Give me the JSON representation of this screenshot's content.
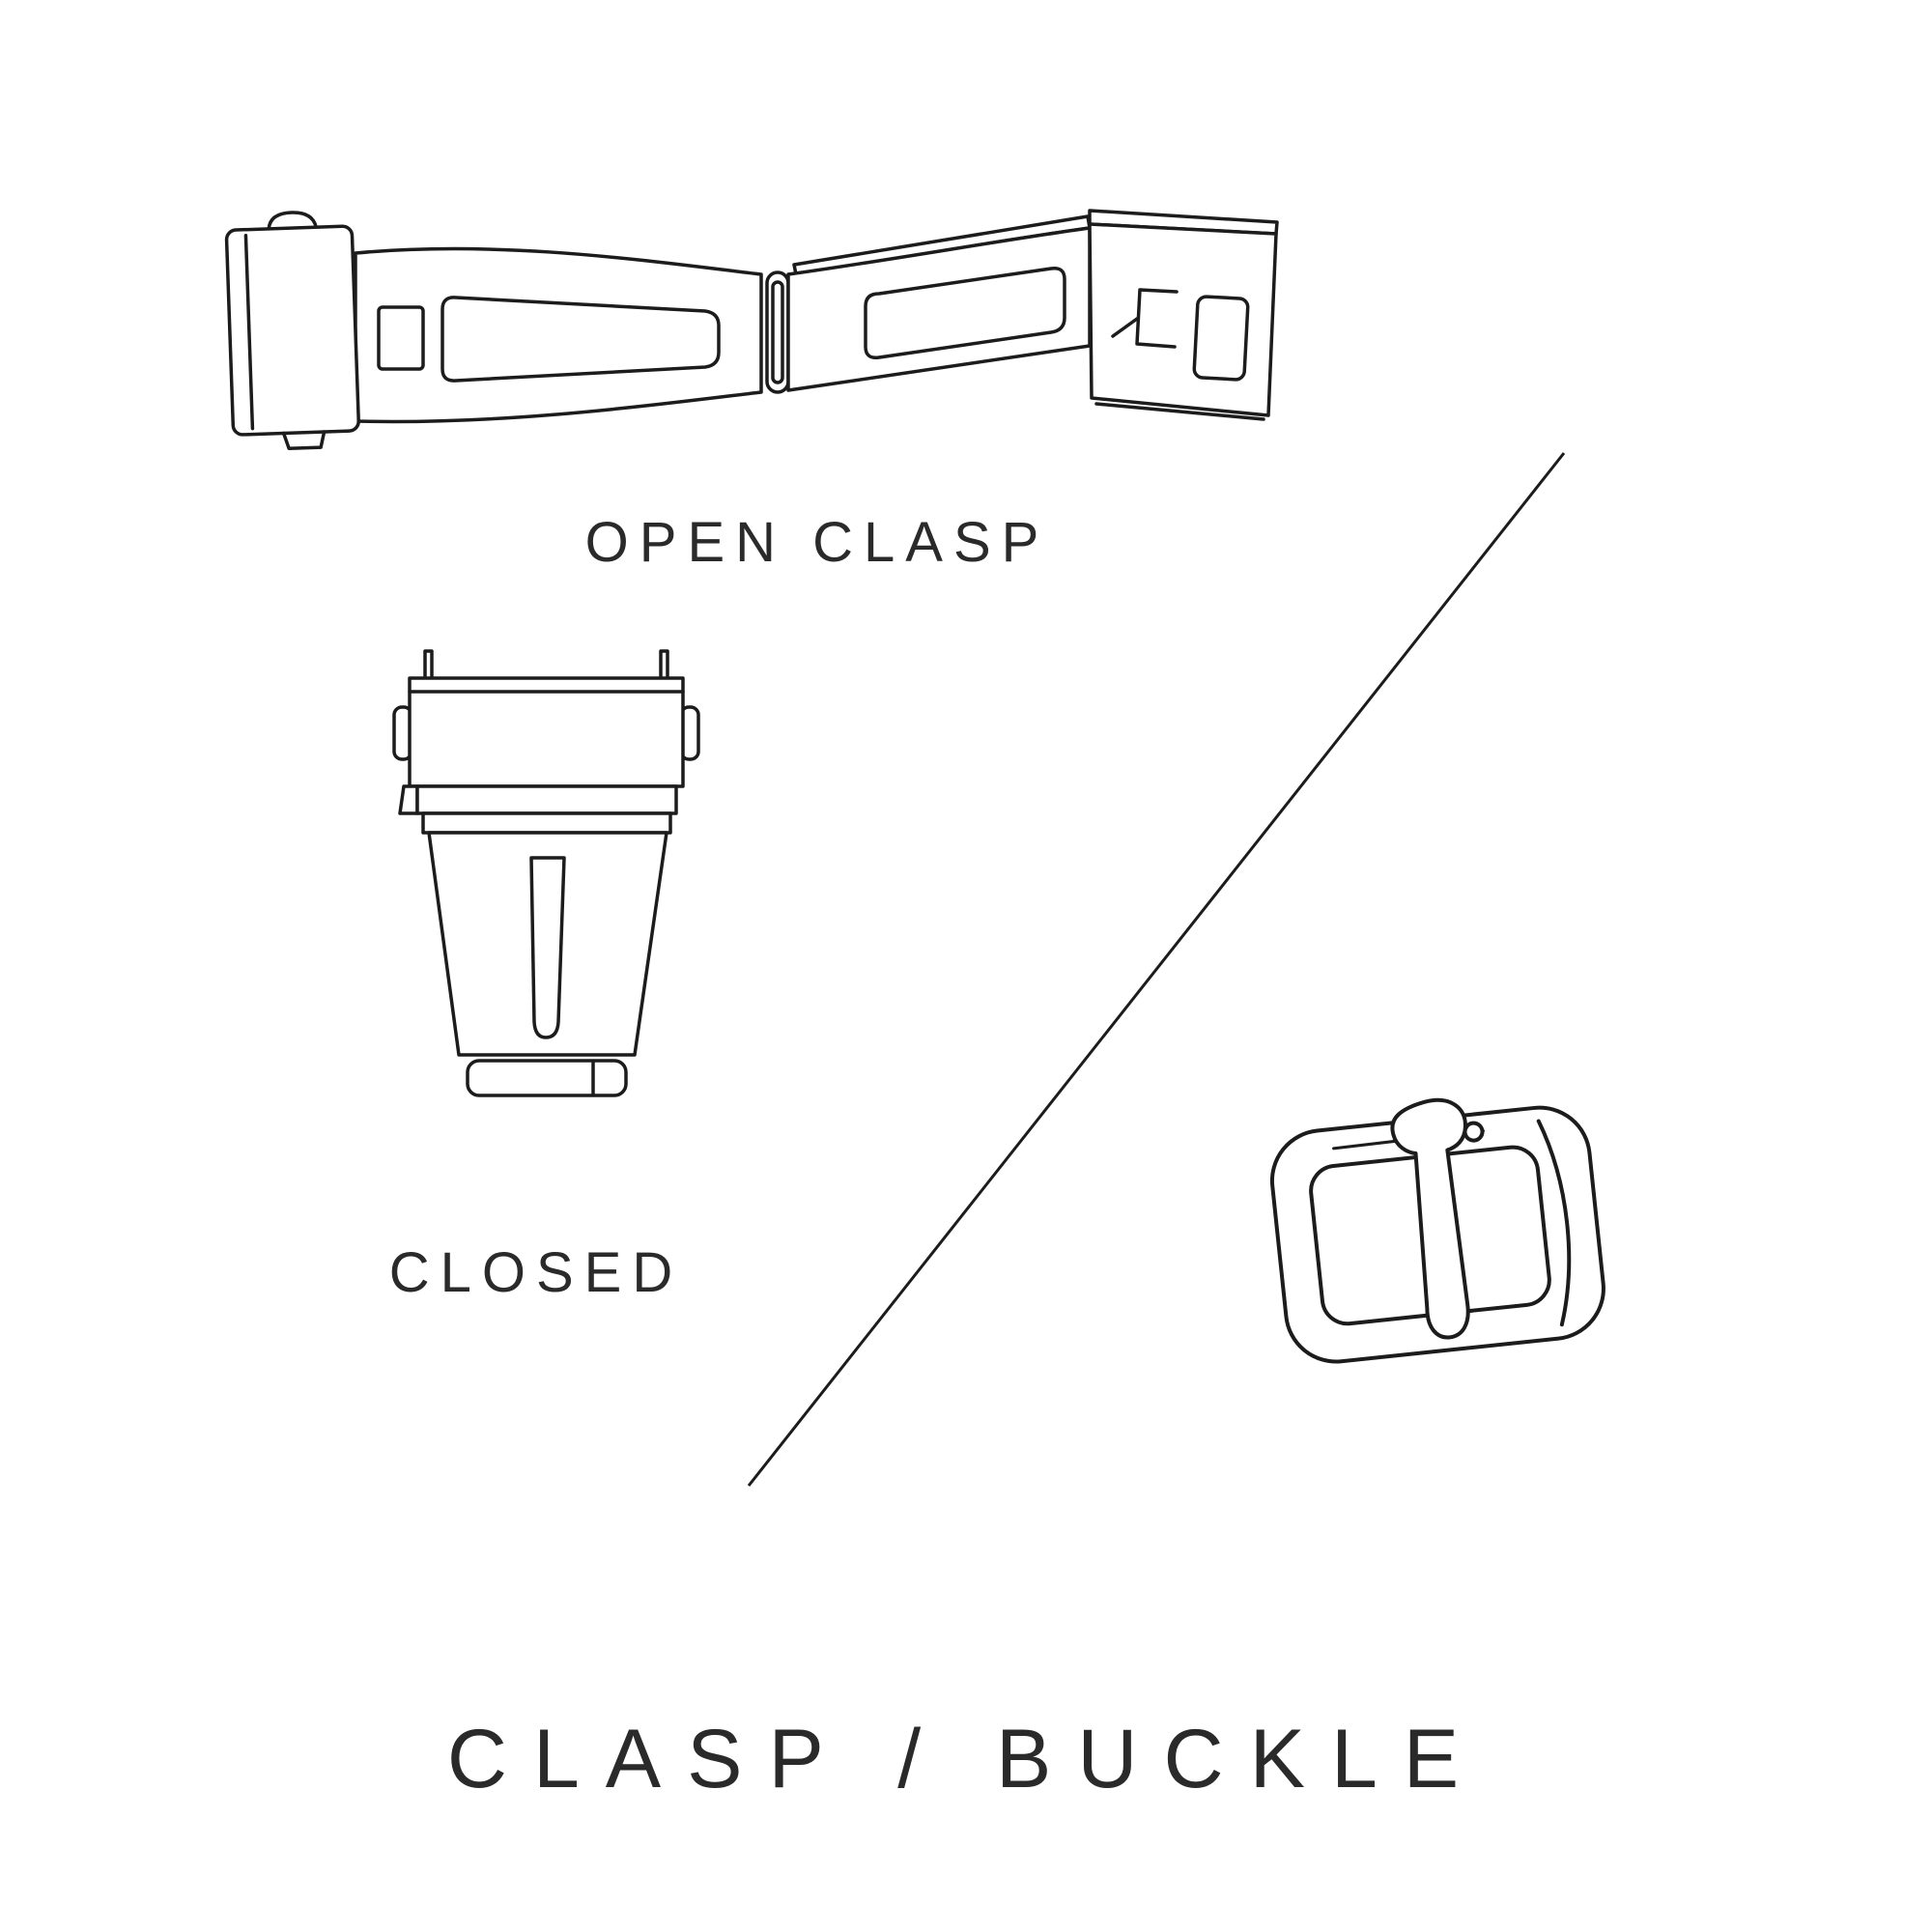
{
  "title": "CLASP / BUCKLE",
  "labels": {
    "open_clasp": "OPEN CLASP",
    "closed": "CLOSED"
  },
  "colors": {
    "background": "#ffffff",
    "line": "#1c1c1c",
    "text": "#2a2a2a"
  },
  "illustrations": [
    {
      "name": "open-clasp-illustration",
      "caption": "OPEN CLASP"
    },
    {
      "name": "closed-clasp-illustration",
      "caption": "CLOSED"
    },
    {
      "name": "tang-buckle-illustration",
      "caption": ""
    }
  ]
}
